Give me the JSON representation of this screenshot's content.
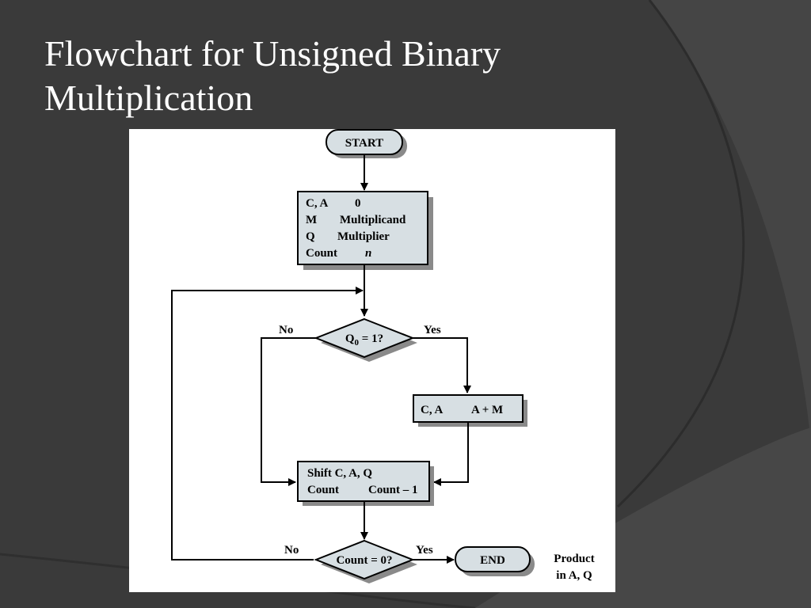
{
  "slide": {
    "title_line1": "Flowchart for Unsigned Binary",
    "title_line2": "Multiplication"
  },
  "colors": {
    "background": "#3a3a3a",
    "background_arc": "#2e2e2e",
    "title": "#ffffff",
    "box_fill": "#d7dfe3",
    "shadow": "#8a8a8a"
  },
  "flowchart": {
    "start_label": "START",
    "init": {
      "row1_left": "C, A",
      "row1_right": "0",
      "row2_left": "M",
      "row2_right": "Multiplicand",
      "row3_left": "Q",
      "row3_right": "Multiplier",
      "row4_left": "Count",
      "row4_right": "n"
    },
    "decision1": {
      "prefix": "Q",
      "subscript": "0",
      "suffix": " = 1?",
      "no_label": "No",
      "yes_label": "Yes"
    },
    "add_box": {
      "left": "C, A",
      "right": "A + M"
    },
    "shift_box": {
      "row1": "Shift C, A, Q",
      "row2_left": "Count",
      "row2_right": "Count – 1"
    },
    "decision2": {
      "label": "Count = 0?",
      "no_label": "No",
      "yes_label": "Yes"
    },
    "end_label": "END",
    "result_line1": "Product",
    "result_line2": "in A, Q"
  }
}
